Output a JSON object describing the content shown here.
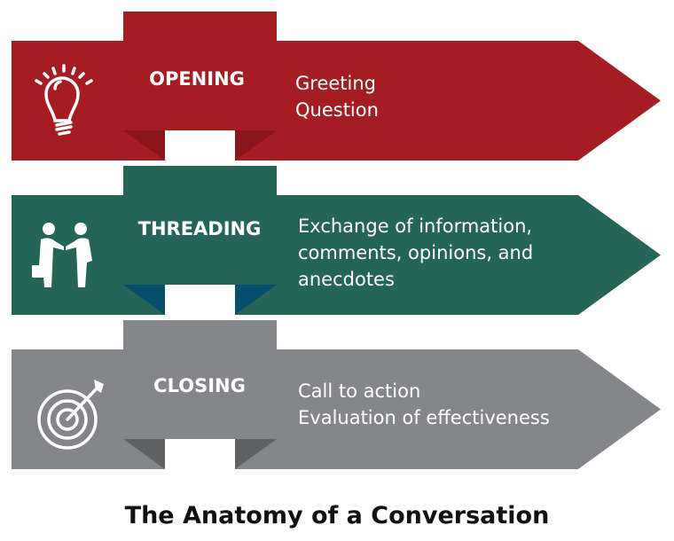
{
  "title": "The Anatomy of a Conversation",
  "stages": [
    {
      "name": "OPENING",
      "icon": "lightbulb-icon",
      "lines": [
        "Greeting",
        "Question"
      ],
      "color": "#a51c22",
      "fold_color": "#8a151b"
    },
    {
      "name": "THREADING",
      "icon": "handshake-icon",
      "lines": [
        "Exchange of information,",
        "comments, opinions, and",
        "anecdotes"
      ],
      "color": "#246557",
      "fold_color": "#064f6c"
    },
    {
      "name": "CLOSING",
      "icon": "target-icon",
      "lines": [
        "Call to action",
        "Evaluation of effectiveness"
      ],
      "color": "#848689",
      "fold_color": "#5f6164"
    }
  ]
}
